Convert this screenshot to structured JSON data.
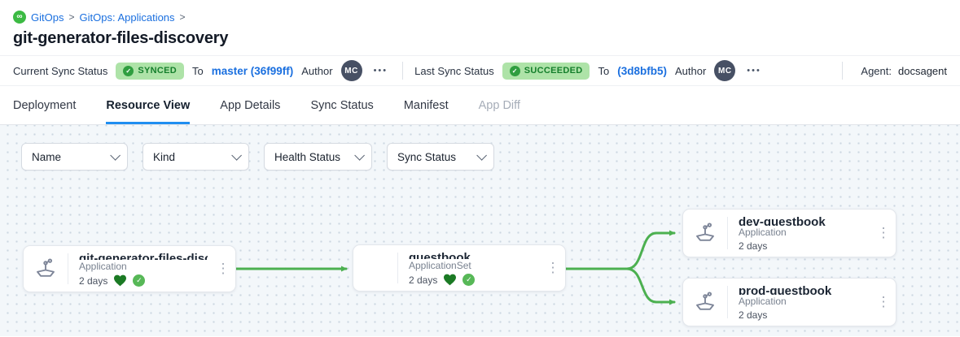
{
  "breadcrumb": {
    "logo_icon": "∞",
    "items": [
      {
        "label": "GitOps"
      },
      {
        "label": "GitOps: Applications"
      }
    ],
    "separator": ">"
  },
  "page": {
    "title": "git-generator-files-discovery"
  },
  "status_bar": {
    "current": {
      "label": "Current Sync Status",
      "badge": "SYNCED",
      "to": "To",
      "revision": "master (36f99ff)",
      "author_label": "Author",
      "author_initials": "MC",
      "more": "•••"
    },
    "last": {
      "label": "Last Sync Status",
      "badge": "SUCCEEDED",
      "to": "To",
      "revision": "(3d8bfb5)",
      "author_label": "Author",
      "author_initials": "MC",
      "more": "•••"
    },
    "agent_label": "Agent:",
    "agent_value": "docsagent"
  },
  "tabs": [
    {
      "label": "Deployment",
      "state": "normal"
    },
    {
      "label": "Resource View",
      "state": "active"
    },
    {
      "label": "App Details",
      "state": "normal"
    },
    {
      "label": "Sync Status",
      "state": "normal"
    },
    {
      "label": "Manifest",
      "state": "normal"
    },
    {
      "label": "App Diff",
      "state": "disabled"
    }
  ],
  "filters": [
    {
      "label": "Name"
    },
    {
      "label": "Kind"
    },
    {
      "label": "Health Status"
    },
    {
      "label": "Sync Status"
    }
  ],
  "graph": {
    "nodes": [
      {
        "title": "git-generator-files-disco...",
        "kind": "Application",
        "age": "2 days",
        "healthy": true,
        "synced": true
      },
      {
        "title": "guestbook",
        "kind": "ApplicationSet",
        "age": "2 days",
        "healthy": true,
        "synced": true
      },
      {
        "title": "dev-guestbook",
        "kind": "Application",
        "age": "2 days",
        "healthy": false,
        "synced": false
      },
      {
        "title": "prod-guestbook",
        "kind": "Application",
        "age": "2 days",
        "healthy": false,
        "synced": false
      }
    ],
    "menu_icon": "⋮"
  },
  "icons": {
    "check": "✓"
  },
  "colors": {
    "link_blue": "#1a6fdf",
    "tab_active_underline": "#1f8ef1",
    "badge_bg": "#aee3a8",
    "badge_text": "#157f2c",
    "edge_green": "#4cb050",
    "heart_green": "#1b7a24",
    "check_green": "#57b857",
    "avatar_bg": "#475064",
    "canvas_bg": "#f3f7fa"
  }
}
